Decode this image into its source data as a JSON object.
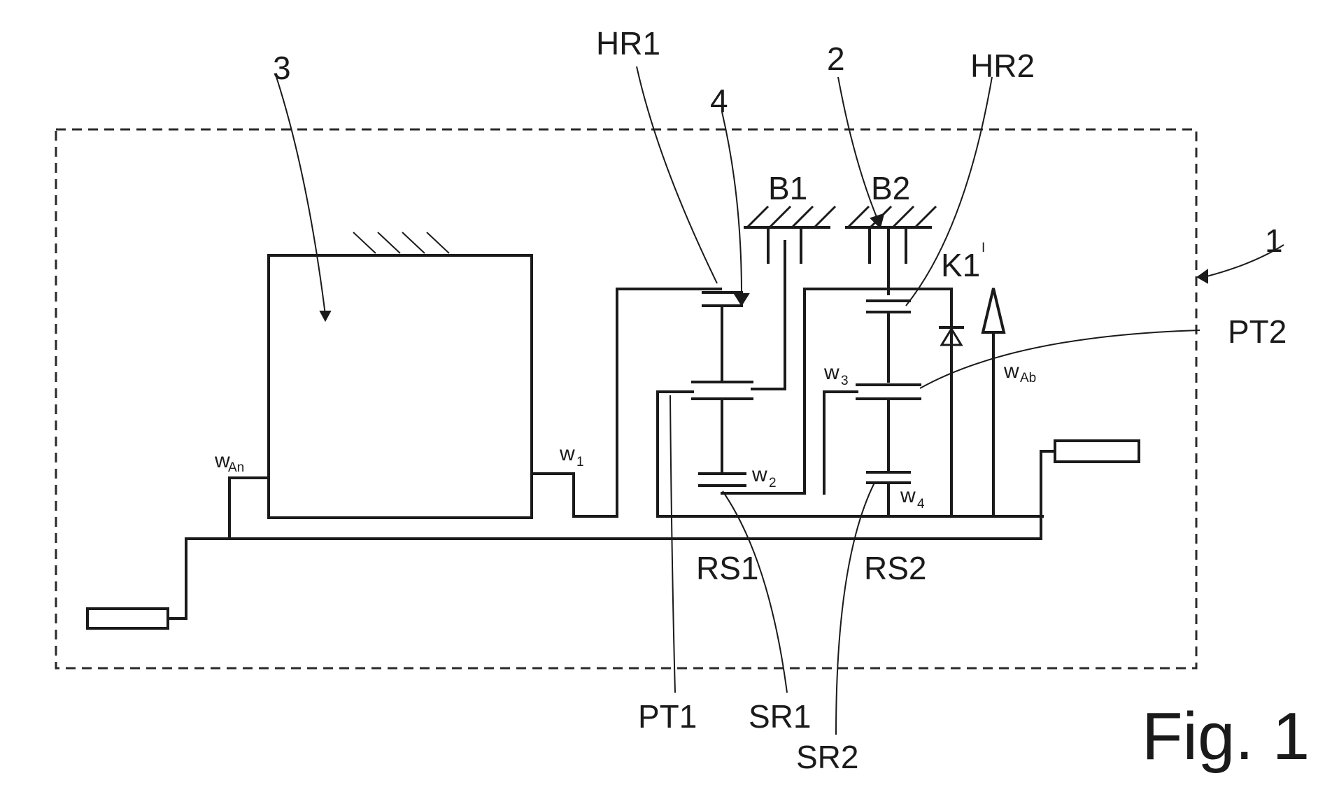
{
  "labels": {
    "ref_1": "1",
    "ref_2": "2",
    "ref_3": "3",
    "ref_4": "4",
    "HR1": "HR1",
    "HR2": "HR2",
    "B1": "B1",
    "B2": "B2",
    "K1": "K1",
    "K1_prime": "I",
    "PT1": "PT1",
    "PT2": "PT2",
    "RS1": "RS1",
    "RS2": "RS2",
    "SR1": "SR1",
    "SR2": "SR2",
    "w_base": "w",
    "w1_sub": "1",
    "w2_sub": "2",
    "w3_sub": "3",
    "w4_sub": "4",
    "wAn_sub": "An",
    "wAb_sub": "Ab",
    "figure_caption": "Fig. 1"
  }
}
